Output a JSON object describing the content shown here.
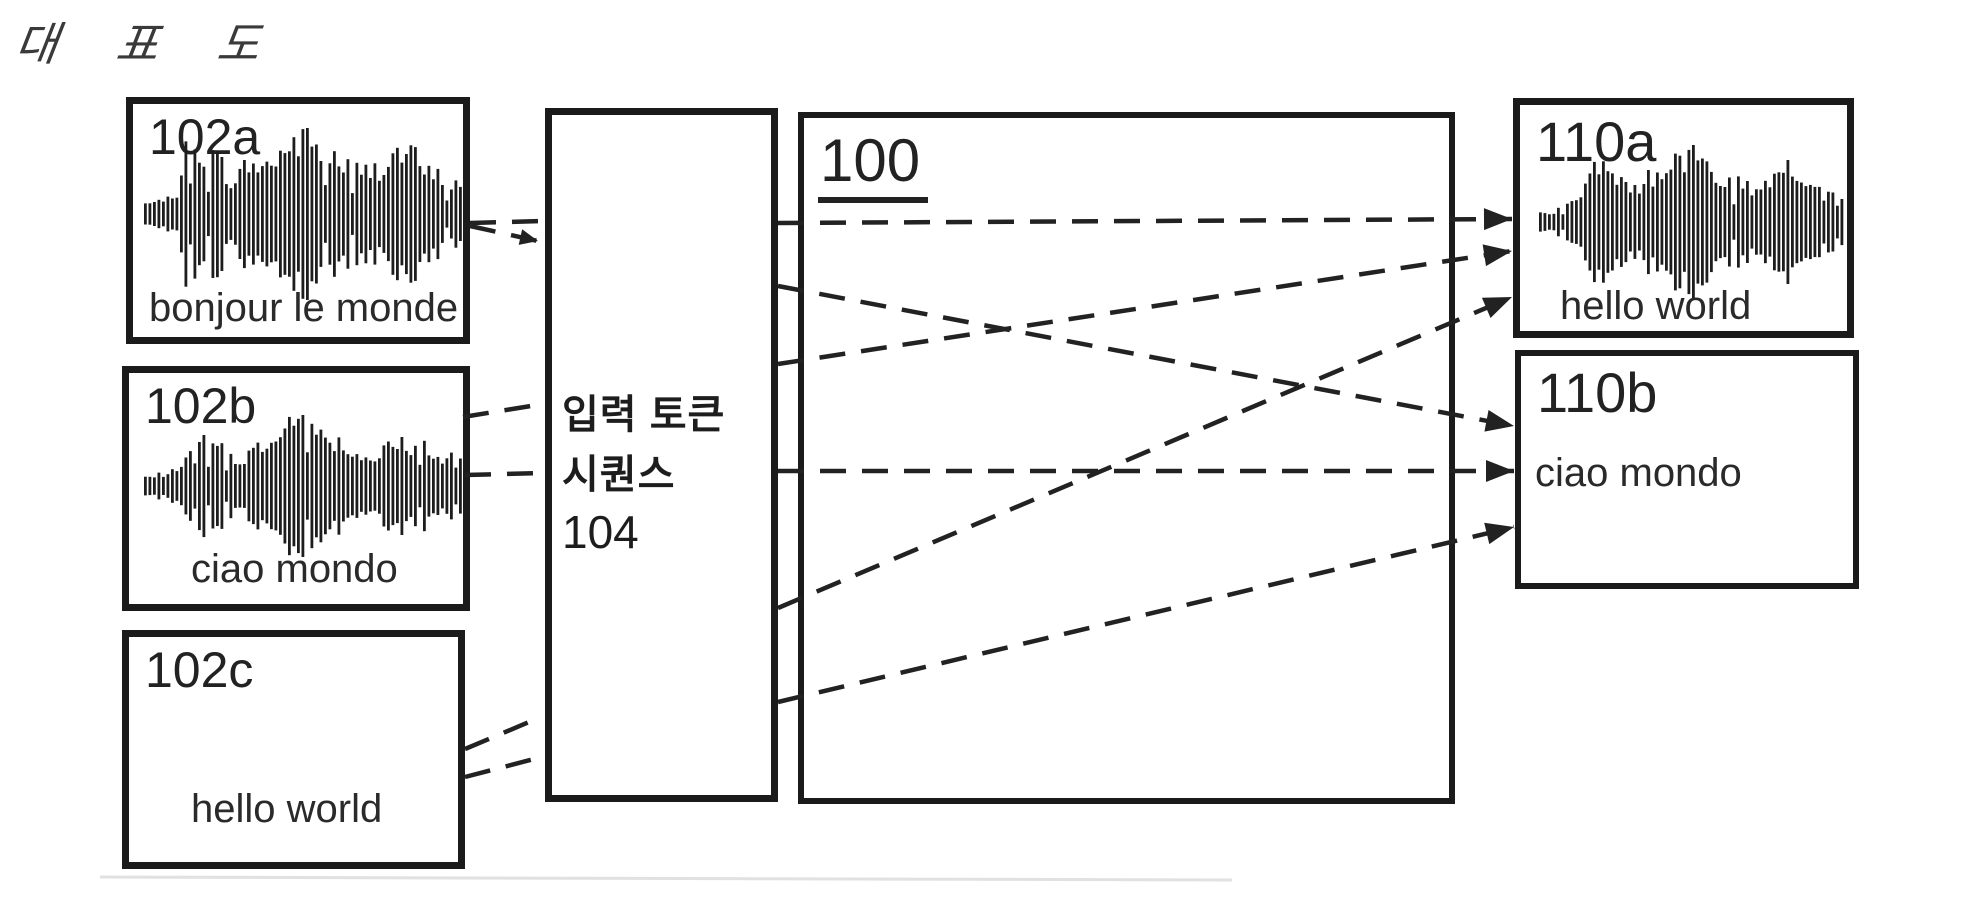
{
  "title": "대 표 도",
  "figure": {
    "inputs": [
      {
        "id": "102a",
        "label": "102a",
        "caption": "bonjour le monde",
        "waveform": true
      },
      {
        "id": "102b",
        "label": "102b",
        "caption": "ciao mondo",
        "waveform": true
      },
      {
        "id": "102c",
        "label": "102c",
        "caption": "hello world",
        "waveform": false
      }
    ],
    "token_sequence_box": {
      "line1": "입력 토큰",
      "line2": "시퀀스",
      "line3": "104"
    },
    "model_box": {
      "label": "100"
    },
    "outputs": [
      {
        "id": "110a",
        "label": "110a",
        "caption": "hello world",
        "waveform": true
      },
      {
        "id": "110b",
        "label": "110b",
        "caption": "ciao mondo",
        "waveform": false
      }
    ],
    "connections": {
      "style": "dashed",
      "input_to_token_sequence": [
        {
          "from": "102a",
          "to": "104",
          "count": 2
        },
        {
          "from": "102b",
          "to": "104",
          "count": 2
        },
        {
          "from": "102c",
          "to": "104",
          "count": 2
        }
      ],
      "token_sequence_to_outputs": [
        {
          "from": "104",
          "to": "110a",
          "count": 3,
          "arrowhead": true
        },
        {
          "from": "104",
          "to": "110b",
          "count": 3,
          "arrowhead": true
        }
      ]
    }
  },
  "colors": {
    "ink": "#1b1b1b",
    "paper": "#ffffff"
  }
}
